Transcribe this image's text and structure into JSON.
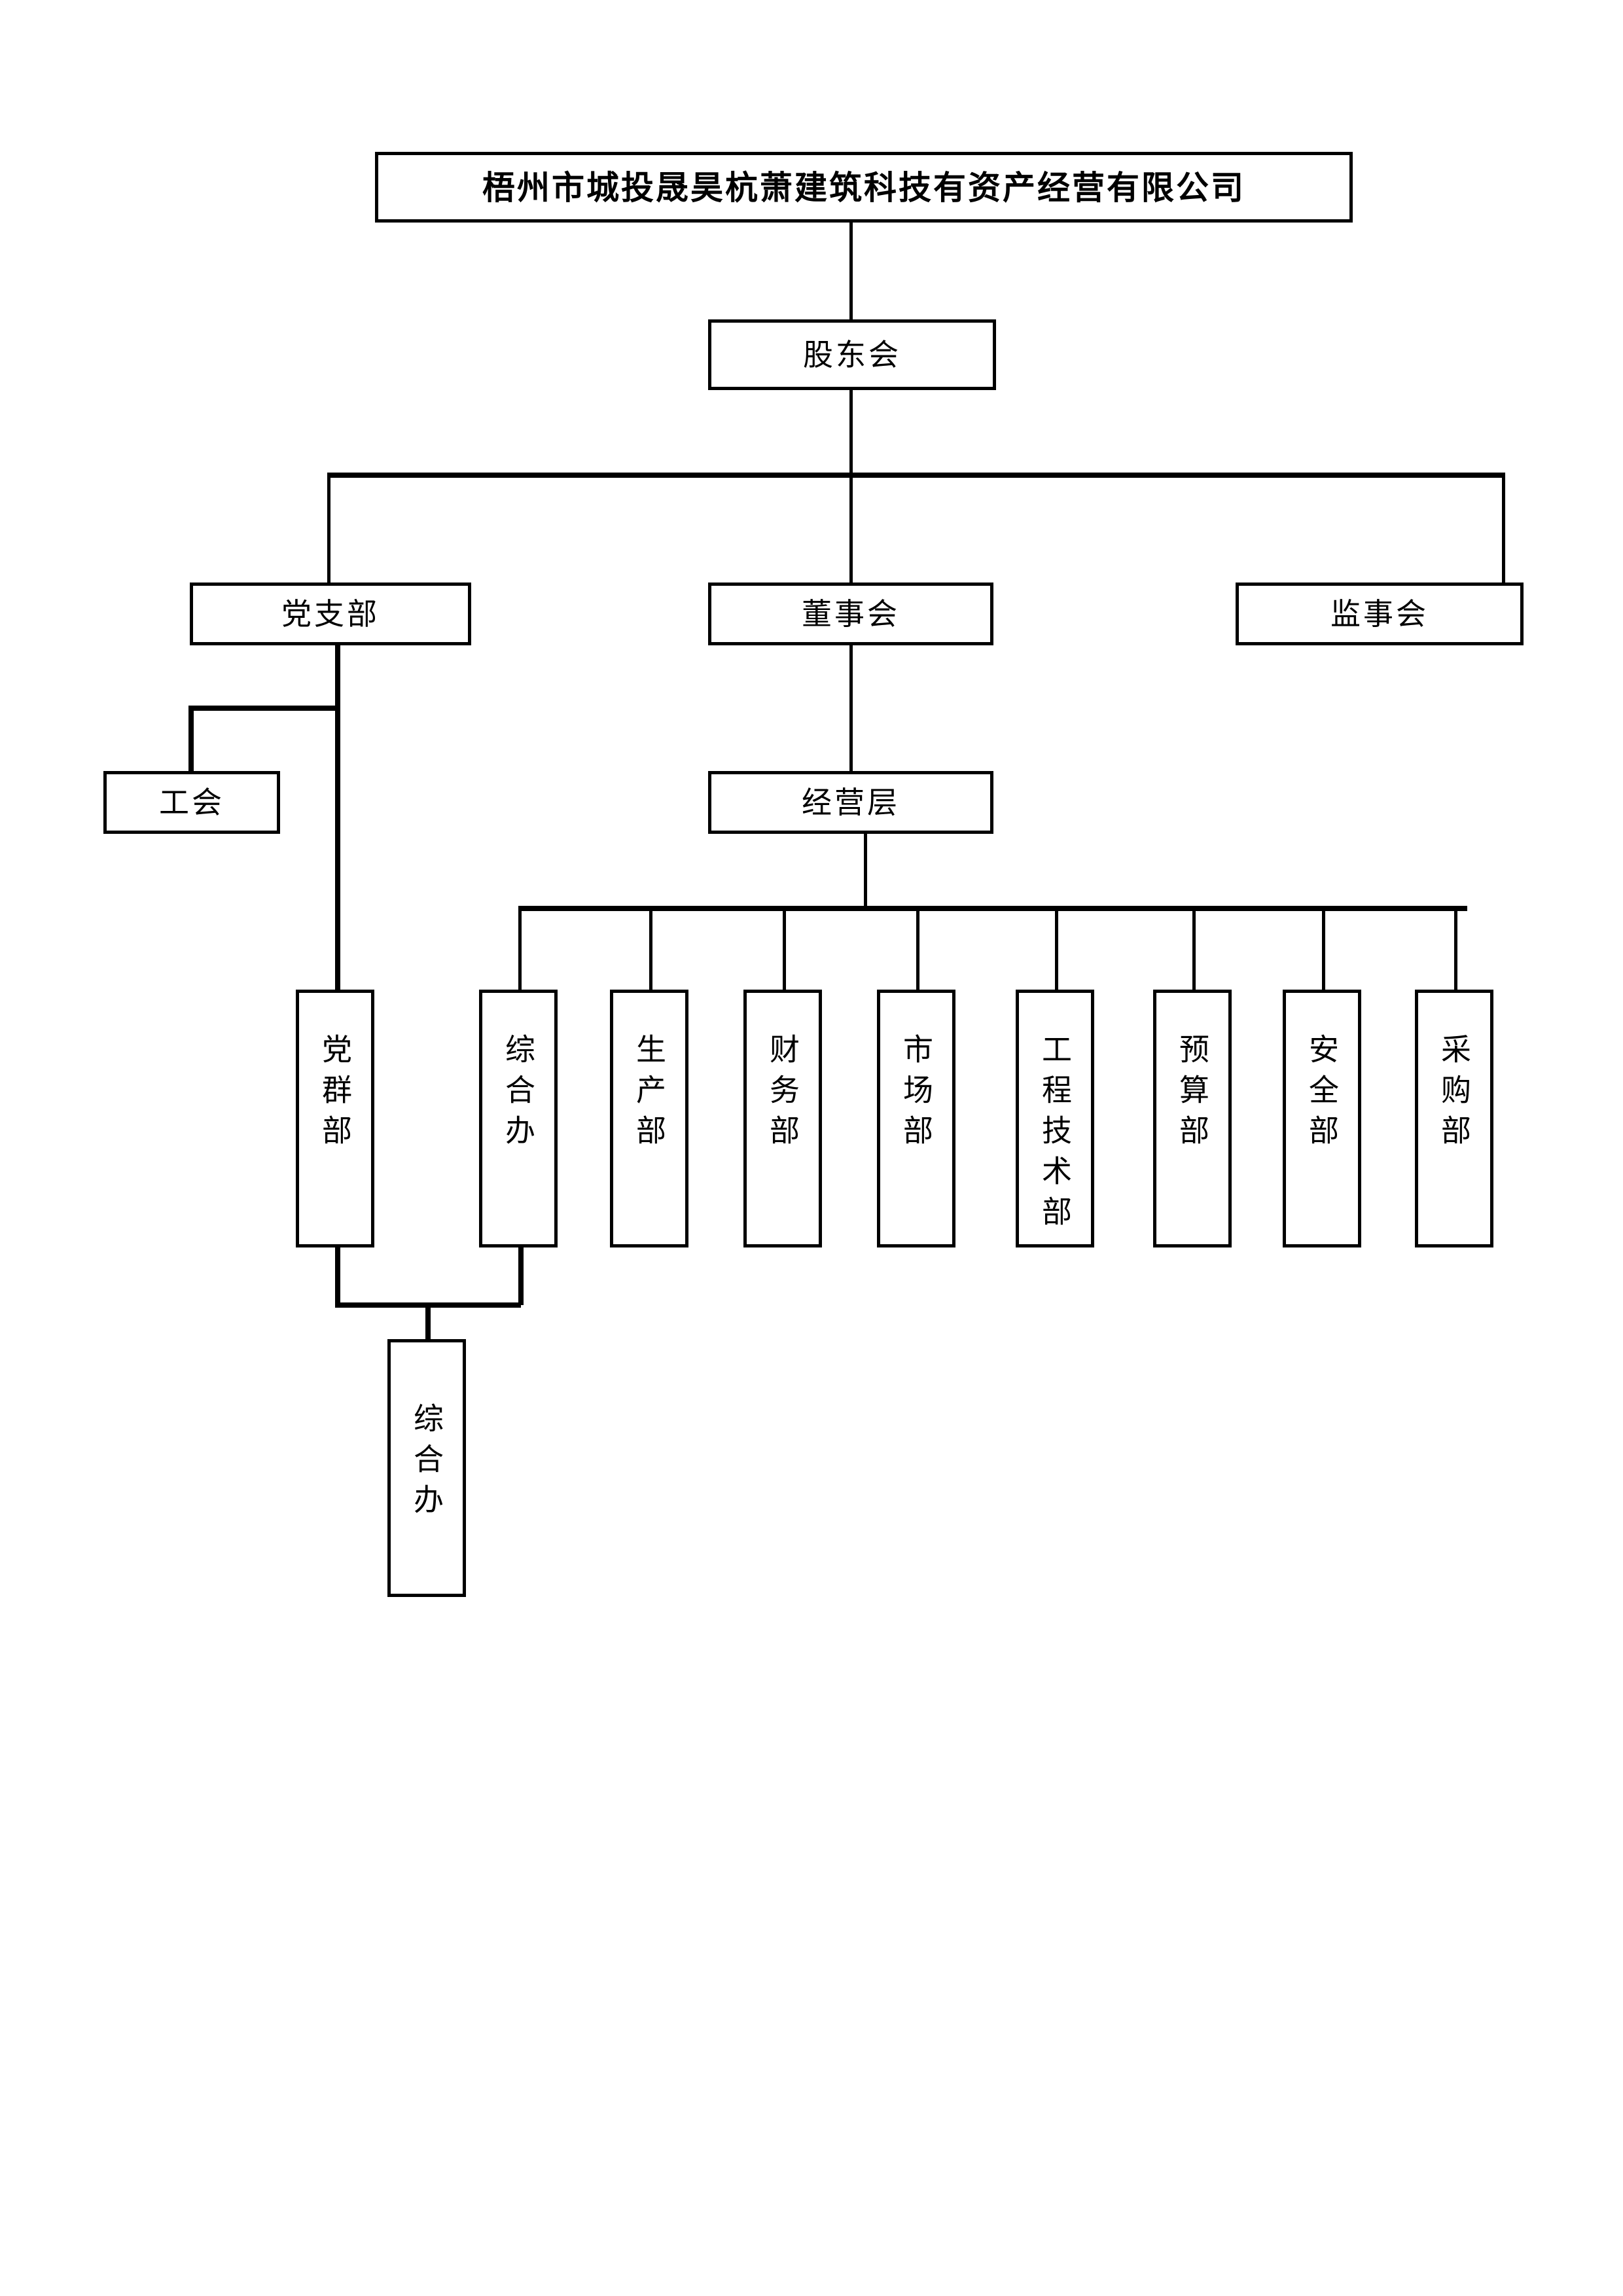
{
  "document": {
    "type": "organizational-chart",
    "language": "zh-CN"
  },
  "chart_data": {
    "type": "diagram",
    "title": "梧州市城投晟昊杭萧建筑科技有资产经营有限公司",
    "orientation": "top-down",
    "levels": [
      {
        "level": 1,
        "nodes": [
          "梧州市城投晟昊杭萧建筑科技有资产经营有限公司"
        ]
      },
      {
        "level": 2,
        "nodes": [
          "股东会"
        ]
      },
      {
        "level": 3,
        "nodes": [
          "党支部",
          "董事会",
          "监事会"
        ]
      },
      {
        "level": 4,
        "nodes": [
          "工会",
          "经营层"
        ]
      },
      {
        "level": 5,
        "nodes": [
          "党群部",
          "综合办",
          "生产部",
          "财务部",
          "市场部",
          "工程技术部",
          "预算部",
          "安全部",
          "采购部"
        ]
      },
      {
        "level": 6,
        "nodes": [
          "综合办"
        ]
      }
    ],
    "edges": [
      {
        "from": "梧州市城投晟昊杭萧建筑科技有资产经营有限公司",
        "to": "股东会"
      },
      {
        "from": "股东会",
        "to": "党支部"
      },
      {
        "from": "股东会",
        "to": "董事会"
      },
      {
        "from": "股东会",
        "to": "监事会"
      },
      {
        "from": "党支部",
        "to": "工会"
      },
      {
        "from": "党支部",
        "to": "党群部"
      },
      {
        "from": "董事会",
        "to": "经营层"
      },
      {
        "from": "经营层",
        "to": "综合办"
      },
      {
        "from": "经营层",
        "to": "生产部"
      },
      {
        "from": "经营层",
        "to": "财务部"
      },
      {
        "from": "经营层",
        "to": "市场部"
      },
      {
        "from": "经营层",
        "to": "工程技术部"
      },
      {
        "from": "经营层",
        "to": "预算部"
      },
      {
        "from": "经营层",
        "to": "安全部"
      },
      {
        "from": "经营层",
        "to": "采购部"
      },
      {
        "from": "党群部",
        "to": "综合办(下属)"
      },
      {
        "from": "综合办",
        "to": "综合办(下属)"
      }
    ]
  },
  "nodes": {
    "company": {
      "label": "梧州市城投晟昊杭萧建筑科技有资产经营有限公司"
    },
    "shareholders": {
      "label": "股东会"
    },
    "party_branch": {
      "label": "党支部"
    },
    "board_directors": {
      "label": "董事会"
    },
    "board_supervisors": {
      "label": "监事会"
    },
    "labor_union": {
      "label": "工会"
    },
    "management": {
      "label": "经营层"
    },
    "departments": [
      {
        "label": "党群部"
      },
      {
        "label": "综合办"
      },
      {
        "label": "生产部"
      },
      {
        "label": "财务部"
      },
      {
        "label": "市场部"
      },
      {
        "label": "工程技术部"
      },
      {
        "label": "预算部"
      },
      {
        "label": "安全部"
      },
      {
        "label": "采购部"
      }
    ],
    "sub_office": {
      "label": "综合办"
    }
  },
  "colors": {
    "line": "#000000",
    "box_fill": "#ffffff",
    "text": "#000000",
    "page_background": "#ffffff"
  }
}
